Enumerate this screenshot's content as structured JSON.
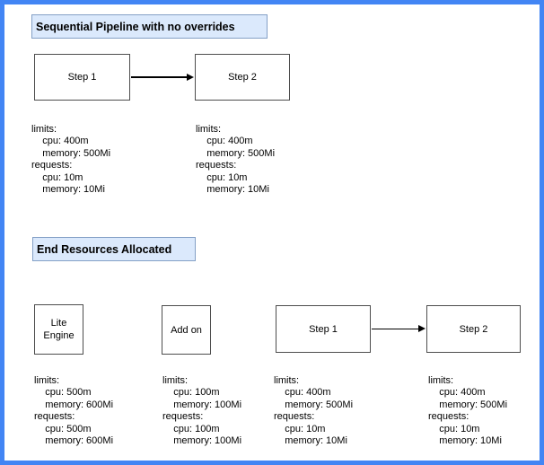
{
  "canvas": {
    "border_color": "#4285f4",
    "background": "#ffffff",
    "title_box_fill": "#dbe9fc",
    "title_box_border": "#84a0c6",
    "node_border": "#4d4d4d"
  },
  "diagram": {
    "sections": [
      {
        "title": "Sequential Pipeline with no overrides",
        "nodes": [
          {
            "label": "Step 1",
            "resources": "limits:\n    cpu: 400m\n    memory: 500Mi\nrequests:\n    cpu: 10m\n    memory: 10Mi"
          },
          {
            "label": "Step 2",
            "resources": "limits:\n    cpu: 400m\n    memory: 500Mi\nrequests:\n    cpu: 10m\n    memory: 10Mi"
          }
        ]
      },
      {
        "title": "End Resources Allocated",
        "nodes": [
          {
            "label": "Lite Engine",
            "resources": "limits:\n    cpu: 500m\n    memory: 600Mi\nrequests:\n    cpu: 500m\n    memory: 600Mi"
          },
          {
            "label": "Add on",
            "resources": "limits:\n    cpu: 100m\n    memory: 100Mi\nrequests:\n    cpu: 100m\n    memory: 100Mi"
          },
          {
            "label": "Step 1",
            "resources": "limits:\n    cpu: 400m\n    memory: 500Mi\nrequests:\n    cpu: 10m\n    memory: 10Mi"
          },
          {
            "label": "Step 2",
            "resources": "limits:\n    cpu: 400m\n    memory: 500Mi\nrequests:\n    cpu: 10m\n    memory: 10Mi"
          }
        ]
      }
    ]
  }
}
